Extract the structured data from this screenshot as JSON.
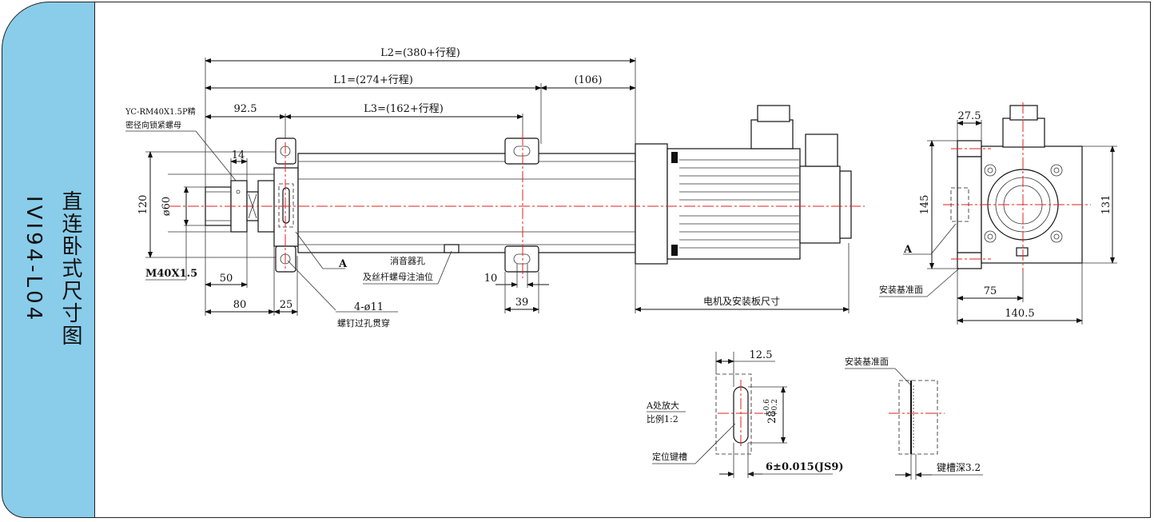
{
  "sidebar": {
    "title": "直连卧式尺寸图",
    "model": "IVI94-L04"
  },
  "colors": {
    "sidebar_bg": "#89cdea",
    "center_line": "#e02020",
    "line": "#111111"
  },
  "side_view": {
    "l2_label": "L2=(380+行程)",
    "l1_label": "L1=(274+行程)",
    "l1_extra": "(106)",
    "l3_label": "L3=(162+行程)",
    "d92_5": "92.5",
    "nut_note_line1": "YC-RM40X1.5P精",
    "nut_note_line2": "密径向锁紧螺母",
    "d14": "14",
    "d120": "120",
    "d60": "ø60",
    "thread": "M40X1.5",
    "d50": "50",
    "d80": "80",
    "d25": "25",
    "label_a": "A",
    "holes": "4-ø11",
    "holes_note": "螺钉过孔贯穿",
    "muffler_line1": "消音器孔",
    "muffler_line2": "及丝杆螺母注油位",
    "d10": "10",
    "d39": "39",
    "motor_note": "电机及安装板尺寸"
  },
  "end_view": {
    "d27_5": "27.5",
    "d145": "145",
    "d131": "131",
    "label_a": "A",
    "datum": "安装基准面",
    "d75": "75",
    "d140_5": "140.5"
  },
  "detail_a": {
    "title_line1": "A处放大",
    "title_line2": "比例1:2",
    "d12_5": "12.5",
    "d28": "28",
    "tol_upper": "+0.6",
    "tol_lower": "+0.2",
    "keyway": "定位键槽",
    "width_tol": "6±0.015(JS9)"
  },
  "detail_b": {
    "datum": "安装基准面",
    "depth": "键槽深3.2"
  }
}
